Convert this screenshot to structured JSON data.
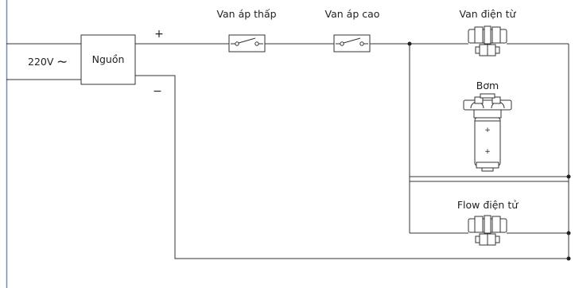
{
  "source": {
    "voltage": "220V",
    "ac_symbol": "∼"
  },
  "power_supply": {
    "label": "Nguồn",
    "plus": "+",
    "minus": "−"
  },
  "switches": {
    "low_pressure": "Van áp thấp",
    "high_pressure": "Van áp cao"
  },
  "loads": {
    "solenoid_valve": "Van điện từ",
    "pump": "Bơm",
    "pump_plus_top": "+",
    "pump_plus_bottom": "+",
    "flow_switch": "Flow điện tử"
  },
  "colors": {
    "wire": "#333333",
    "border": "#6e8fb8",
    "background": "#ffffff"
  }
}
